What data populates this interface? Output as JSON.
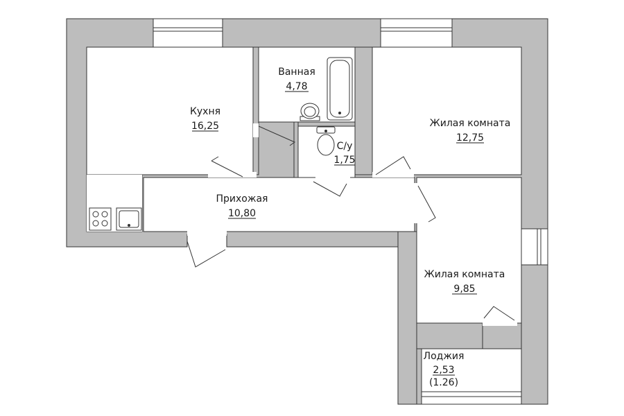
{
  "colors": {
    "wall": "#bdbdbd",
    "outline": "#333333",
    "floor": "#ffffff"
  },
  "rooms": [
    {
      "name": "Кухня",
      "area": "16,25"
    },
    {
      "name": "Ванная",
      "area": "4,78"
    },
    {
      "name": "С/у",
      "area": "1,75"
    },
    {
      "name": "Жилая комната",
      "area": "12,75"
    },
    {
      "name": "Прихожая",
      "area": "10,80"
    },
    {
      "name": "Жилая комната",
      "area": "9,85"
    },
    {
      "name": "Лоджия",
      "area": "2,53",
      "reduced_area": "(1.26)"
    }
  ],
  "fixtures": [
    "stove-icon",
    "kitchen-sink-icon",
    "bathtub-icon",
    "washbasin-icon",
    "toilet-icon"
  ]
}
